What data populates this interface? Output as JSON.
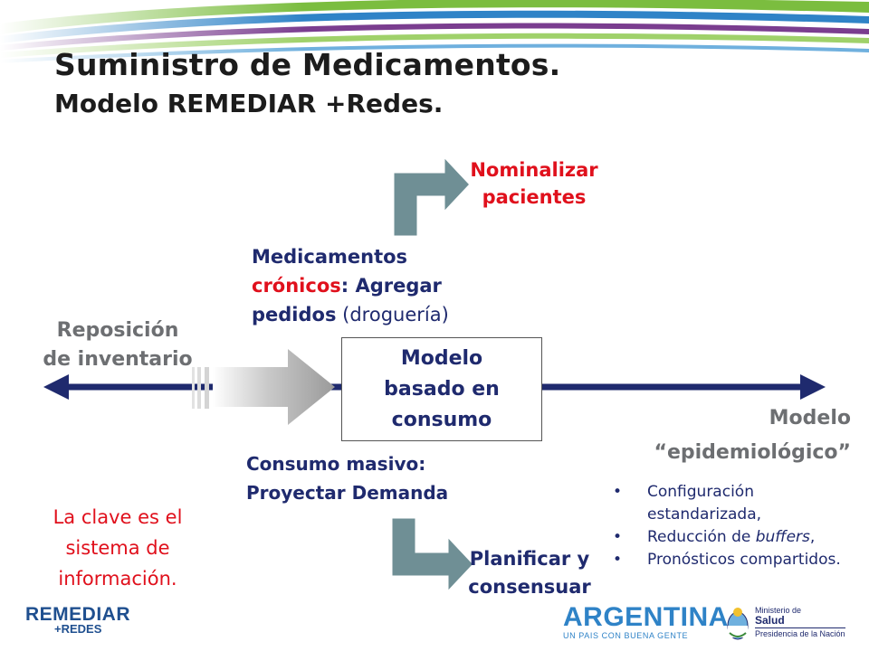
{
  "title": {
    "line1": "Suministro de Medicamentos.",
    "line2": "Modelo REMEDIAR +Redes."
  },
  "top_output": {
    "line1": "Nominalizar",
    "line2": "pacientes"
  },
  "chronic": {
    "line1": "Medicamentos",
    "line2_red": "crónicos",
    "line2_rest": ": Agregar",
    "line3_bold": "pedidos",
    "line3_rest": " (droguería)"
  },
  "left_pole": {
    "line1": "Reposición",
    "line2": "de inventario"
  },
  "center_box": {
    "line1": "Modelo",
    "line2": "basado en",
    "line3": "consumo"
  },
  "right_pole": {
    "line1": "Modelo",
    "line2": "“epidemiológico”"
  },
  "mass": {
    "line1": "Consumo masivo:",
    "line2": "Proyectar Demanda"
  },
  "bottom_output": {
    "line1": "Planificar y",
    "line2": "consensuar"
  },
  "key_message": {
    "line1": "La clave es el",
    "line2": "sistema de",
    "line3": "información."
  },
  "bullets": {
    "symbol": "•",
    "item1": "Configuración estandarizada,",
    "item2_pre": "Reducción de ",
    "item2_em": "buffers",
    "item2_post": ",",
    "item3": "Pronósticos compartidos."
  },
  "logos": {
    "remediar_line1": "REMEDIAR",
    "remediar_line2": "+REDES",
    "argentina_line1": "ARGENTINA",
    "argentina_line2": "UN PAIS CON BUENA GENTE",
    "ministerio_line1": "Ministerio de",
    "ministerio_line2": "Salud",
    "ministerio_line3": "Presidencia de la Nación"
  },
  "colors": {
    "navy": "#1f2a6e",
    "red": "#e0101c",
    "grey_text": "#6d6f72",
    "arrow_teal": "#6f8f95",
    "banner_green": "#7bbd3f",
    "banner_blue": "#2f83c7",
    "banner_purple": "#7a3d8f"
  }
}
